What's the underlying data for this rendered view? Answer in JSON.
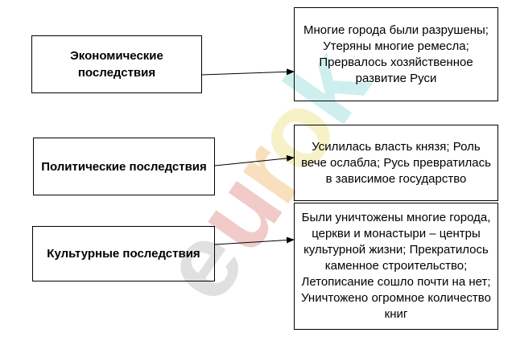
{
  "diagram": {
    "categories": [
      {
        "id": "economic",
        "label": "Экономические последствия"
      },
      {
        "id": "political",
        "label": "Политические последствия"
      },
      {
        "id": "cultural",
        "label": "Культурные последствия"
      }
    ],
    "consequences": [
      {
        "id": "economic",
        "text": "Многие города были разрушены; Утеряны многие ремесла; Прервалось хозяйственное развитие Руси"
      },
      {
        "id": "political",
        "text": "Усилилась власть князя; Роль вече ослабла; Русь превратилась в зависимое государство"
      },
      {
        "id": "cultural",
        "text": "Были уничтожены многие города, церкви и монастыри – центры культурной жизни; Прекратилось каменное строительство; Летописание сошло почти на нет; Уничтожено огромное количество книг"
      }
    ],
    "connections": [
      {
        "from": "economic",
        "to": "economic"
      },
      {
        "from": "political",
        "to": "political"
      },
      {
        "from": "cultural",
        "to": "cultural"
      }
    ]
  },
  "watermark": {
    "text": "eurok",
    "colors": [
      "#c8c8c8",
      "#e6a0a0",
      "#f3c78a",
      "#f1e79a",
      "#a9e2e2"
    ]
  },
  "colors": {
    "line": "#000000",
    "background": "#ffffff"
  }
}
